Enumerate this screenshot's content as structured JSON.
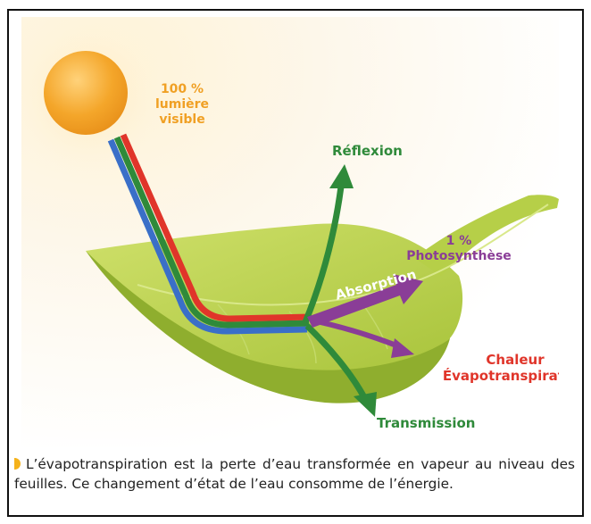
{
  "diagram": {
    "sun_label": [
      "100 %",
      "lumière",
      "visible"
    ],
    "reflexion_label": "Réflexion",
    "photosynthese_label": [
      "1 %",
      "Photosynthèse"
    ],
    "absorption_label": "Absorption",
    "chaleur_label": [
      "Chaleur",
      "Évapotranspiration"
    ],
    "transmission_label": "Transmission"
  },
  "caption": "L’évapotranspiration est la perte d’eau transformée en vapeur au niveau des feuilles. Ce changement d’état de l’eau consomme de l’énergie.",
  "colors": {
    "sun": "#f2a81e",
    "leaf": "#b7d24a",
    "red_ray": "#e0352a",
    "green_ray": "#2f8a3a",
    "blue_ray": "#3a6fc8",
    "purple": "#8a3d97"
  }
}
